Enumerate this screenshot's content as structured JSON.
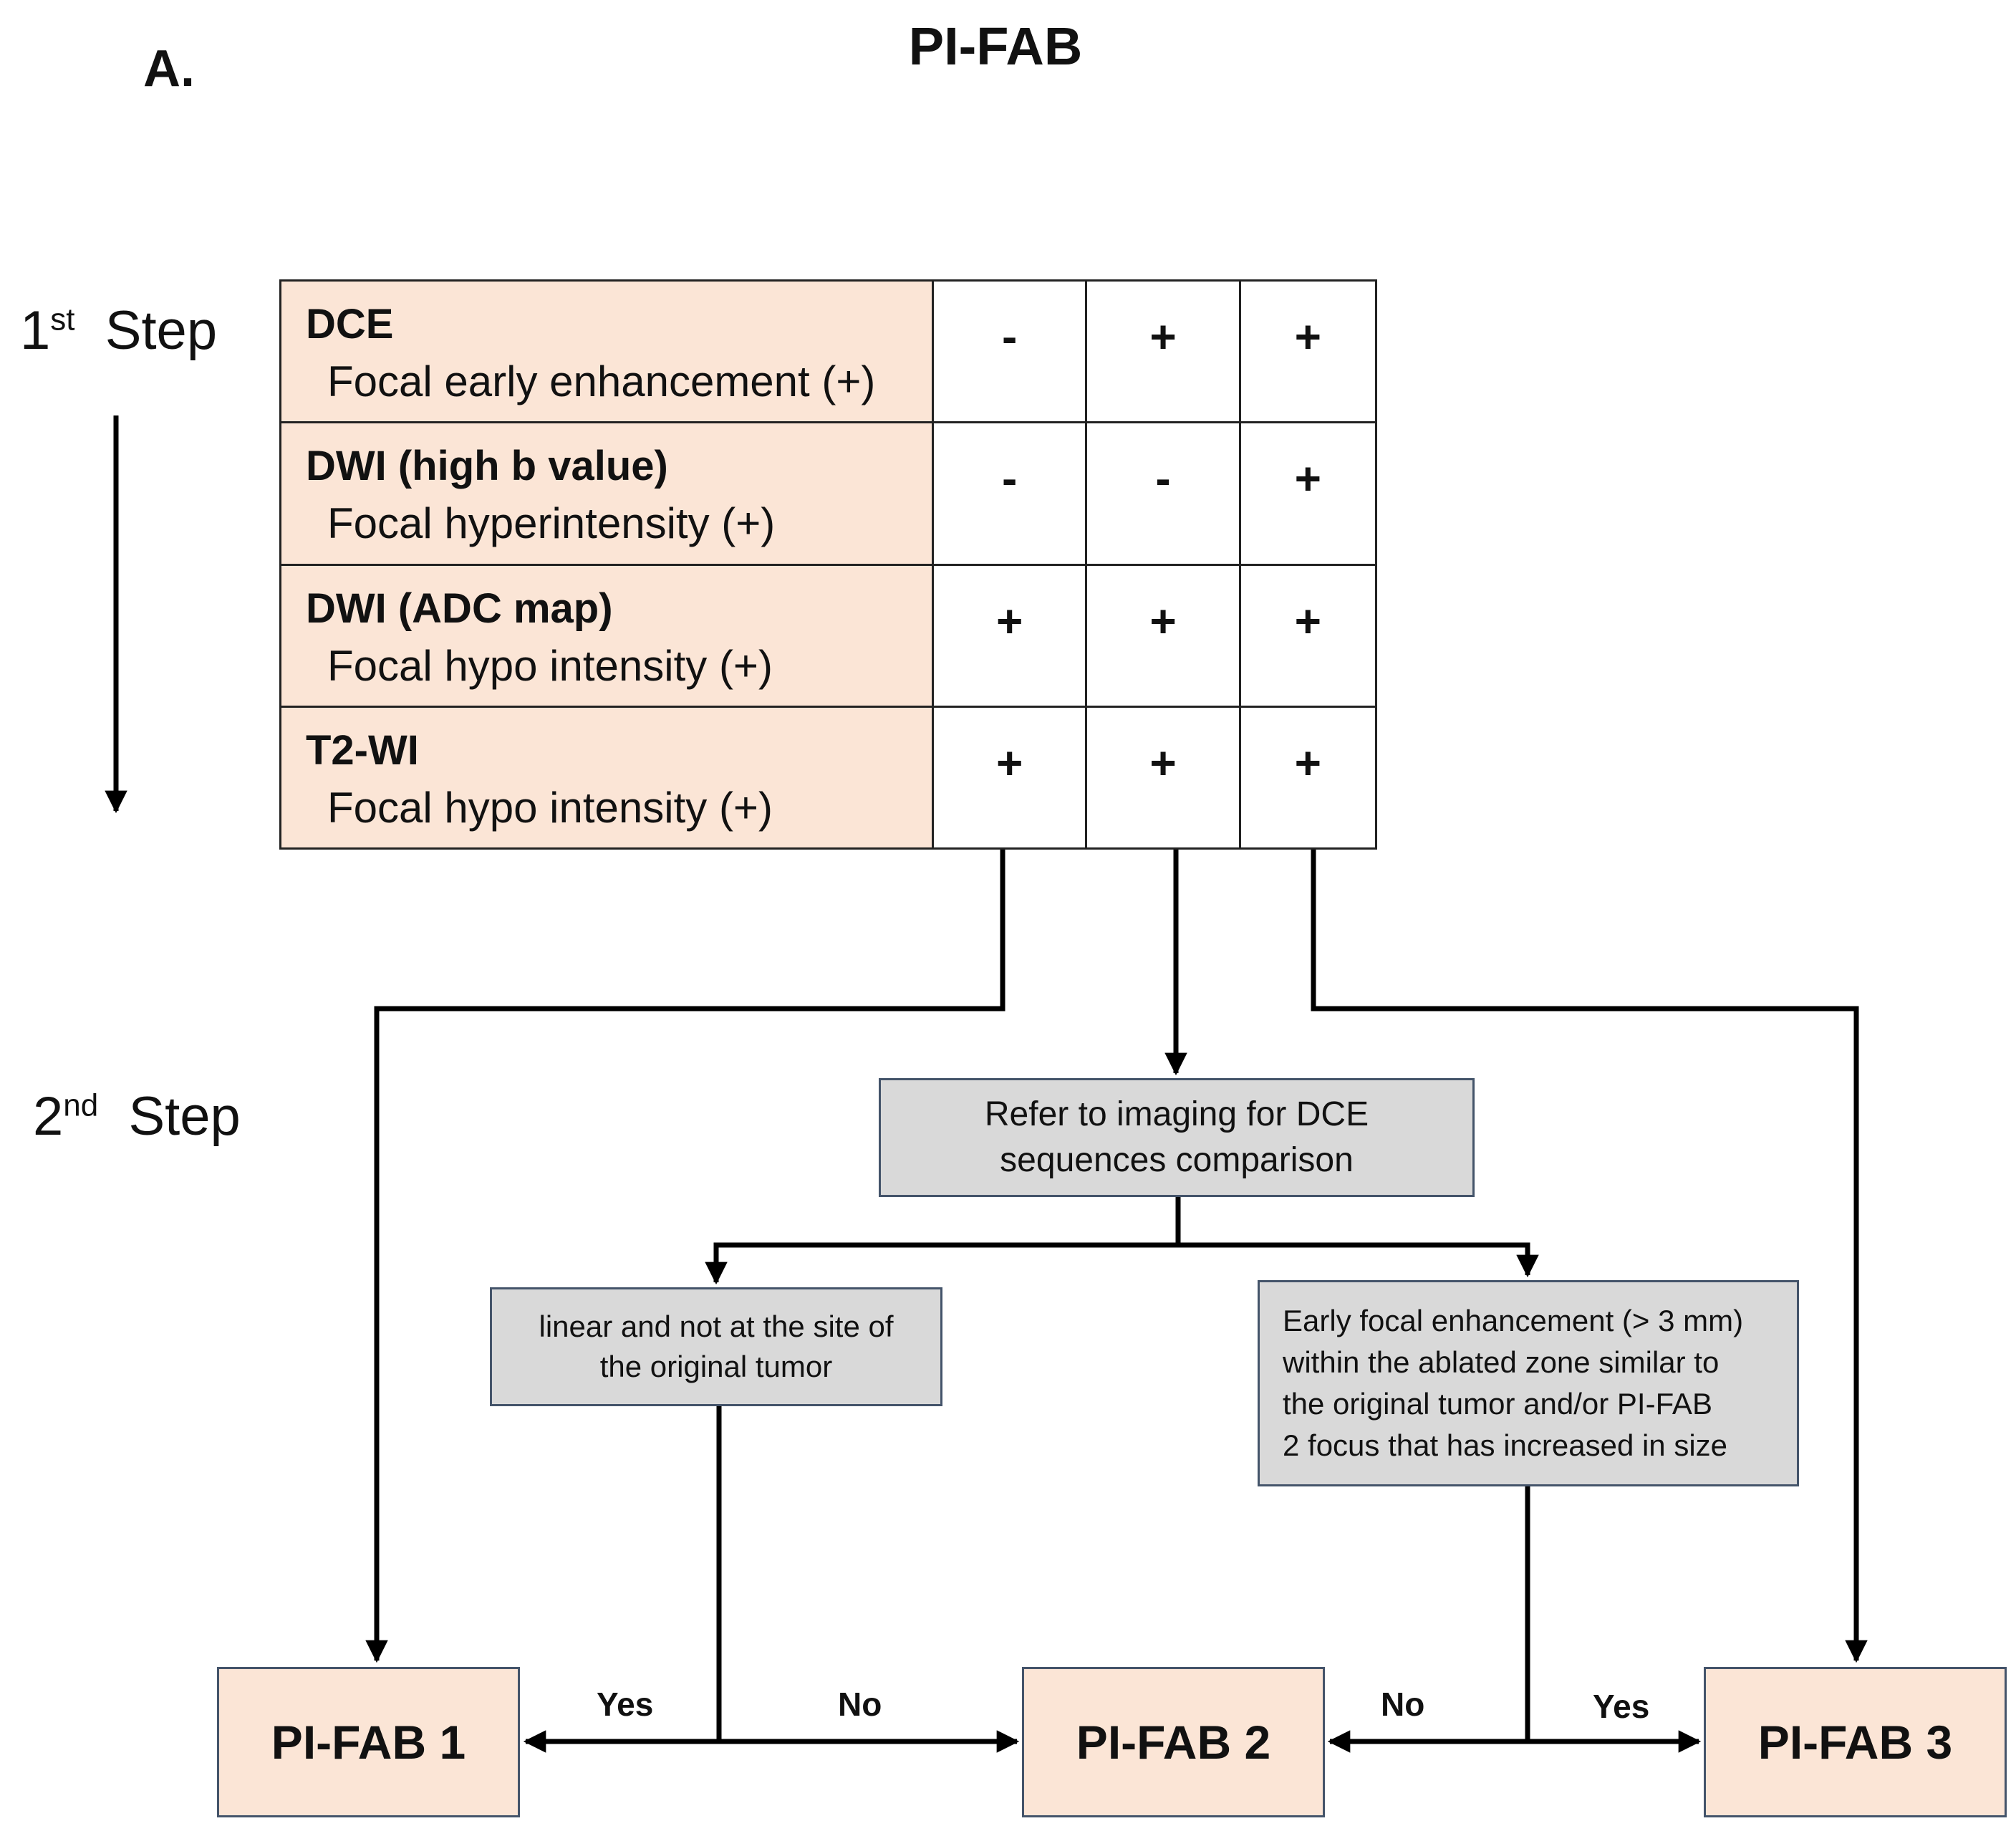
{
  "panel_letter": "A.",
  "title": "PI-FAB",
  "steps": {
    "first": {
      "num": "1",
      "sup": "st",
      "word": "Step"
    },
    "second": {
      "num": "2",
      "sup": "nd",
      "word": "Step"
    }
  },
  "criteria": [
    {
      "title": "DCE",
      "desc": "Focal early enhancement (+)",
      "marks": [
        "-",
        "+",
        "+"
      ]
    },
    {
      "title": "DWI (high b value)",
      "desc": "Focal hyperintensity (+)",
      "marks": [
        "-",
        "-",
        "+"
      ]
    },
    {
      "title": "DWI (ADC map)",
      "desc": "Focal hypo intensity (+)",
      "marks": [
        "+",
        "+",
        "+"
      ]
    },
    {
      "title": "T2-WI",
      "desc": "Focal hypo intensity (+)",
      "marks": [
        "+",
        "+",
        "+"
      ]
    }
  ],
  "boxes": {
    "refer": [
      "Refer to imaging for DCE",
      "sequences comparison"
    ],
    "linear": [
      "linear and not at the site of",
      "the original tumor"
    ],
    "early": [
      "Early focal enhancement (> 3 mm)",
      "within the ablated zone similar to",
      "the original tumor and/or PI-FAB",
      "2 focus that has increased in size"
    ]
  },
  "outcomes": [
    "PI-FAB 1",
    "PI-FAB 2",
    "PI-FAB 3"
  ],
  "branch_labels": {
    "left_yes": "Yes",
    "left_no": "No",
    "right_no": "No",
    "right_yes": "Yes"
  }
}
